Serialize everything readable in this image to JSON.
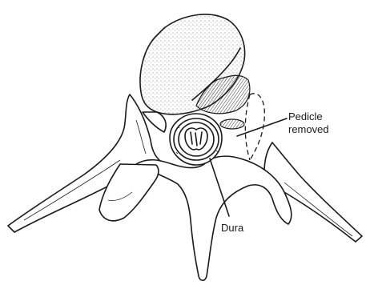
{
  "labels": {
    "pedicle_line1": "Pedicle",
    "pedicle_line2": "removed",
    "dura": "Dura"
  }
}
